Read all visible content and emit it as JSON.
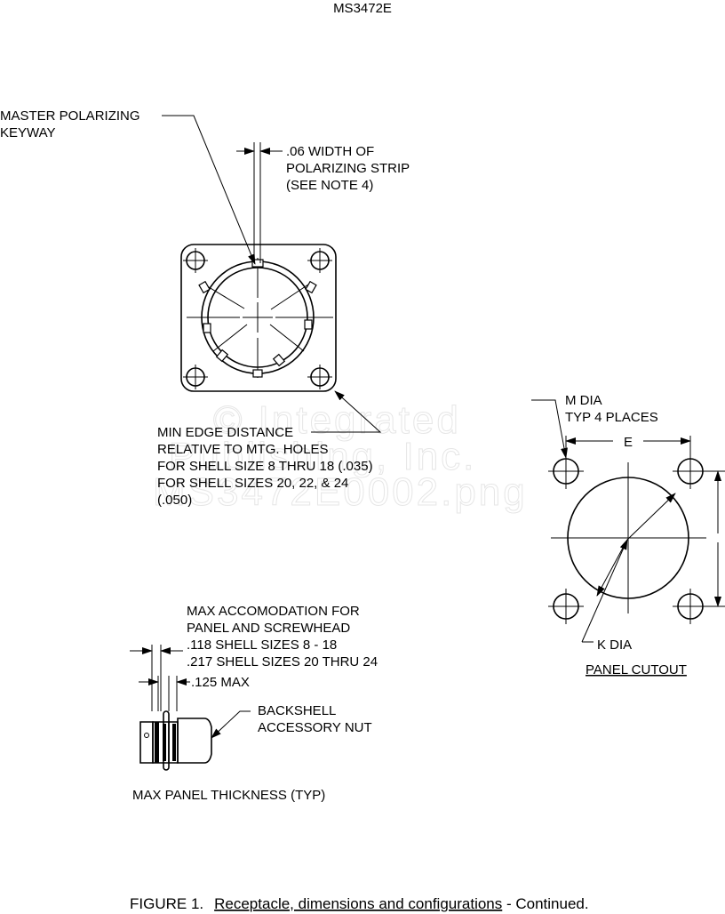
{
  "header": {
    "doc_number": "MS3472E"
  },
  "watermark": {
    "line1": "© Integrated",
    "line2": "Publishing, Inc.",
    "line3": "MS3472E0002.png"
  },
  "receptacle": {
    "keyway_label": [
      "MASTER POLARIZING",
      "KEYWAY"
    ],
    "strip_label": [
      ".06 WIDTH OF",
      "POLARIZING STRIP",
      "(SEE NOTE 4)"
    ],
    "edge_label": [
      "MIN EDGE DISTANCE",
      "RELATIVE TO MTG. HOLES",
      "FOR SHELL SIZE 8 THRU 18 (.035)",
      "FOR SHELL SIZES 20, 22, & 24",
      "(.050)"
    ]
  },
  "panel_cutout": {
    "m_label": [
      "M DIA",
      "TYP 4 PLACES"
    ],
    "e_label": "E",
    "k_label": "K DIA",
    "title": "PANEL CUTOUT"
  },
  "side_view": {
    "accommodation_label": [
      "MAX ACCOMODATION FOR",
      "PANEL AND SCREWHEAD",
      ".118 SHELL SIZES 8 - 18",
      ".217 SHELL SIZES 20 THRU 24"
    ],
    "max_label": ".125 MAX",
    "nut_label": [
      "BACKSHELL",
      "ACCESSORY NUT"
    ],
    "thickness_label": "MAX  PANEL THICKNESS (TYP)"
  },
  "caption": {
    "prefix": "FIGURE 1.",
    "title": "Receptacle, dimensions and configurations",
    "suffix": " - Continued."
  }
}
